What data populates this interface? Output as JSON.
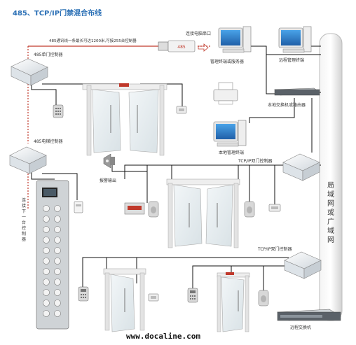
{
  "diagram": {
    "title": "485、TCP/IP门禁混合布线",
    "rs485_note": "485通讯线一条最长可达1200米,可接255台控制器",
    "converter_label": "485",
    "serial_port_label": "连接电脑串口",
    "mgmt_terminal_server": "管理终端或服务器",
    "remote_mgmt_terminal": "远程管理终端",
    "controller_485_single": "485单门控制器",
    "local_switch_router": "本地交换机或路由器",
    "local_mgmt_terminal": "本地管理终端",
    "controller_485_elevator": "485电梯控制器",
    "tcp_double_controller_1": "TCP/IP双门控制器",
    "alarm_output": "报警输出",
    "lan_wan_chars": [
      "局",
      "域",
      "网",
      "或",
      "广",
      "域",
      "网"
    ],
    "elevator_wiring_chars": [
      "连",
      "接",
      "下",
      "一",
      "台",
      "控",
      "制",
      "器"
    ],
    "tcp_double_controller_2": "TCP/IP双门控制器",
    "remote_switch": "远程交换机",
    "website": "www.docaline.com"
  }
}
